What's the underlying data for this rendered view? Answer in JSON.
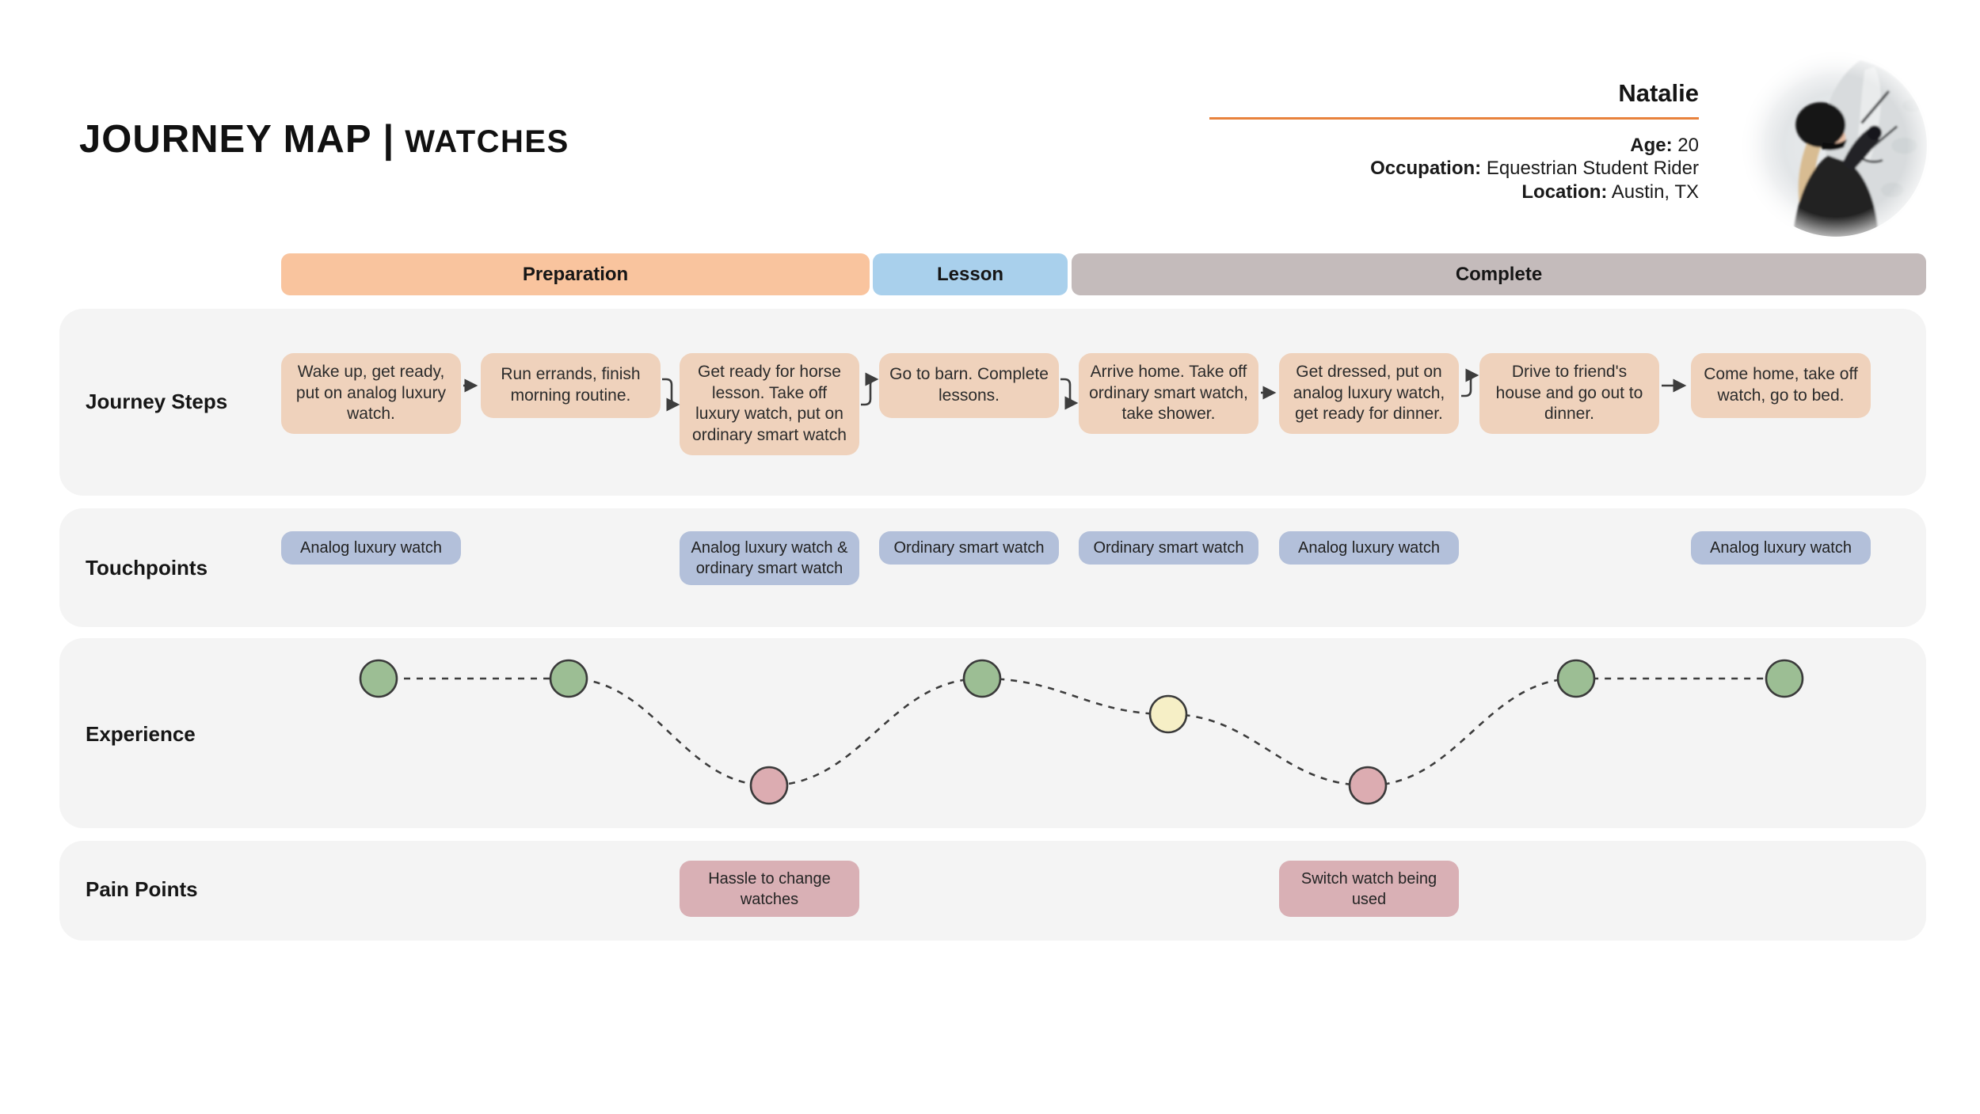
{
  "title": {
    "main": "JOURNEY MAP",
    "divider": "|",
    "topic": "WATCHES"
  },
  "persona": {
    "name": "Natalie",
    "age_label": "Age:",
    "age_value": "20",
    "occupation_label": "Occupation:",
    "occupation_value": "Equestrian Student Rider",
    "location_label": "Location:",
    "location_value": "Austin, TX"
  },
  "phases": {
    "preparation": {
      "label": "Preparation",
      "color": "#F9C49E"
    },
    "lesson": {
      "label": "Lesson",
      "color": "#A9D0EC"
    },
    "complete": {
      "label": "Complete",
      "color": "#C4BBBB"
    }
  },
  "row_labels": {
    "journey_steps": "Journey Steps",
    "touchpoints": "Touchpoints",
    "experience": "Experience",
    "pain_points": "Pain Points"
  },
  "journey_steps": [
    {
      "step": 1,
      "phase": "Preparation",
      "text": "Wake up, get ready,  put on analog luxury watch."
    },
    {
      "step": 2,
      "phase": "Preparation",
      "text": "Run errands, finish morning routine."
    },
    {
      "step": 3,
      "phase": "Preparation",
      "text": "Get ready for horse lesson. Take off luxury watch, put on ordinary smart watch"
    },
    {
      "step": 4,
      "phase": "Lesson",
      "text": "Go to barn. Complete lessons."
    },
    {
      "step": 5,
      "phase": "Complete",
      "text": "Arrive home. Take off ordinary smart watch, take shower."
    },
    {
      "step": 6,
      "phase": "Complete",
      "text": "Get dressed, put on analog luxury watch, get ready for dinner."
    },
    {
      "step": 7,
      "phase": "Complete",
      "text": "Drive to friend's house and go out to dinner."
    },
    {
      "step": 8,
      "phase": "Complete",
      "text": "Come home, take off watch, go to bed."
    }
  ],
  "touchpoints": [
    {
      "step": 1,
      "text": "Analog luxury watch"
    },
    {
      "step": 3,
      "text": "Analog luxury watch & ordinary smart watch"
    },
    {
      "step": 4,
      "text": "Ordinary smart watch"
    },
    {
      "step": 5,
      "text": "Ordinary smart watch"
    },
    {
      "step": 6,
      "text": "Analog luxury watch"
    },
    {
      "step": 8,
      "text": "Analog luxury watch"
    }
  ],
  "experience": {
    "points": [
      {
        "step": 1,
        "sentiment": "positive",
        "color": "#9CBE94"
      },
      {
        "step": 2,
        "sentiment": "positive",
        "color": "#9CBE94"
      },
      {
        "step": 3,
        "sentiment": "negative",
        "color": "#DCACB1"
      },
      {
        "step": 4,
        "sentiment": "positive",
        "color": "#9CBE94"
      },
      {
        "step": 5,
        "sentiment": "neutral",
        "color": "#F6EFC6"
      },
      {
        "step": 6,
        "sentiment": "negative",
        "color": "#DCACB1"
      },
      {
        "step": 7,
        "sentiment": "positive",
        "color": "#9CBE94"
      },
      {
        "step": 8,
        "sentiment": "positive",
        "color": "#9CBE94"
      }
    ]
  },
  "pain_points": [
    {
      "step": 3,
      "text": "Hassle to change watches"
    },
    {
      "step": 6,
      "text": "Switch watch being used"
    }
  ],
  "colors": {
    "accent_rule": "#E8823C",
    "journey_step_box": "#EFD2BC",
    "touchpoint_box": "#B3C0DA",
    "pain_point_box": "#D9B0B5",
    "row_background": "#F4F4F4",
    "connector": "#3D3D3D"
  }
}
